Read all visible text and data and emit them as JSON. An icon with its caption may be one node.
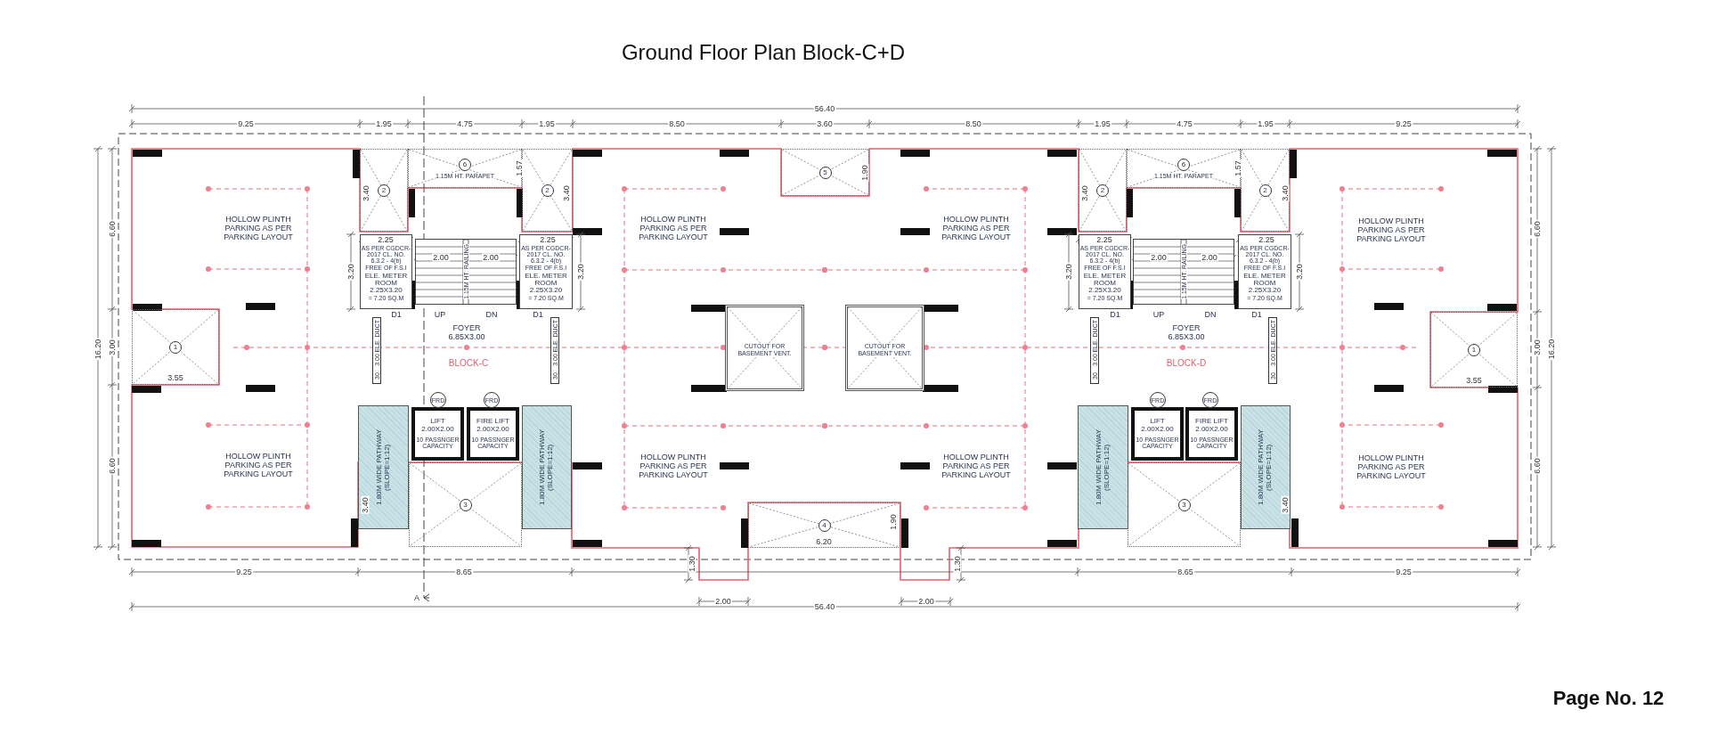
{
  "diagram": {
    "title": "Ground Floor Plan Block-C+D",
    "nodes": [
      {
        "text": [
          "HOLLOW PLINTH PARKING AS PER PARKING LAYOUT"
        ]
      },
      {
        "text": [
          "2"
        ]
      },
      {
        "text": [
          "6",
          "1.15M HT. PARAPET"
        ]
      },
      {
        "text": [
          "2"
        ]
      },
      {
        "text": [
          "HOLLOW PLINTH PARKING AS PER PARKING LAYOUT"
        ]
      },
      {
        "text": [
          "5"
        ]
      },
      {
        "text": [
          "HOLLOW PLINTH PARKING AS PER PARKING LAYOUT"
        ]
      },
      {
        "text": [
          "2"
        ]
      },
      {
        "text": [
          "6",
          "1.15M HT. PARAPET"
        ]
      },
      {
        "text": [
          "2"
        ]
      },
      {
        "text": [
          "HOLLOW PLINTH PARKING AS PER PARKING LAYOUT"
        ]
      },
      {
        "text": [
          "AS PER CGDCR-2017 CL. NO. 6.3.2 - 4(b)",
          "FREE OF F.S.I",
          "ELE. METER ROOM 2.25X3.20",
          "= 7.20 SQ.M"
        ]
      },
      {
        "text": [
          "1.15M HT. RAILING"
        ]
      },
      {
        "text": [
          "AS PER CGDCR-2017 CL. NO. 6.3.2 - 4(b)",
          "FREE OF F.S.I",
          "ELE. METER ROOM 2.25X3.20",
          "= 7.20 SQ.M"
        ]
      },
      {
        "text": [
          "AS PER CGDCR-2017 CL. NO. 6.3.2 - 4(b)",
          "FREE OF F.S.I",
          "ELE. METER ROOM 2.25X3.20",
          "= 7.20 SQ.M"
        ]
      },
      {
        "text": [
          "1.15M HT. RAILING"
        ]
      },
      {
        "text": [
          "AS PER CGDCR-2017 CL. NO. 6.3.2 - 4(b)",
          "FREE OF F.S.I",
          "ELE. METER ROOM 2.25X3.20",
          "= 7.20 SQ.M"
        ]
      },
      {
        "text": [
          "1"
        ]
      },
      {
        "text": [
          "FOYER",
          "6.85X3.00"
        ]
      },
      {
        "text": [
          "CUTOUT FOR BASEMENT VENT."
        ]
      },
      {
        "text": [
          "CUTOUT FOR BASEMENT VENT."
        ]
      },
      {
        "text": [
          "FOYER",
          "6.85X3.00"
        ]
      },
      {
        "text": [
          "1"
        ]
      },
      {
        "text": [
          "1.80M WIDE PATHWAY (SLOPE=1:12)"
        ]
      },
      {
        "text": [
          "LIFT 2.00X2.00",
          "10 PASSNGER CAPACITY"
        ]
      },
      {
        "text": [
          "FIRE LIFT 2.00X2.00",
          "10 PASSNGER CAPACITY"
        ]
      },
      {
        "text": [
          "1.80M WIDE PATHWAY (SLOPE=1:12)"
        ]
      },
      {
        "text": [
          "1.80M WIDE PATHWAY (SLOPE=1:12)"
        ]
      },
      {
        "text": [
          "LIFT 2.00X2.00",
          "10 PASSNGER CAPACITY"
        ]
      },
      {
        "text": [
          "FIRE LIFT 2.00X2.00",
          "10 PASSNGER CAPACITY"
        ]
      },
      {
        "text": [
          "1.80M WIDE PATHWAY (SLOPE=1:12)"
        ]
      },
      {
        "text": [
          "HOLLOW PLINTH PARKING AS PER PARKING LAYOUT"
        ]
      },
      {
        "text": [
          "HOLLOW PLINTH PARKING AS PER PARKING LAYOUT"
        ]
      },
      {
        "text": [
          "HOLLOW PLINTH PARKING AS PER PARKING LAYOUT"
        ]
      },
      {
        "text": [
          "HOLLOW PLINTH PARKING AS PER PARKING LAYOUT"
        ]
      },
      {
        "text": [
          "3"
        ]
      },
      {
        "text": [
          "4"
        ]
      },
      {
        "text": [
          "3"
        ]
      },
      {
        "text": [
          "ELE. DUCT"
        ]
      },
      {
        "text": [
          "ELE. DUCT"
        ]
      },
      {
        "text": [
          "ELE. DUCT"
        ]
      },
      {
        "text": [
          "ELE. DUCT"
        ]
      }
    ],
    "labels": [
      "56.40",
      "9.25",
      "1.95",
      "4.75",
      "1.95",
      "8.50",
      "3.60",
      "8.50",
      "1.95",
      "4.75",
      "1.95",
      "9.25",
      "6.60",
      "16.20",
      "3.00",
      "6.60",
      "6.60",
      "3.00",
      "16.20",
      "6.60",
      "3.40",
      "1.57",
      "3.40",
      "1.90",
      "3.40",
      "1.57",
      "3.40",
      "2.25",
      "2.25",
      "2.25",
      "2.25",
      "2.00",
      "2.00",
      "2.00",
      "2.00",
      "3.20",
      "3.20",
      "3.20",
      "3.20",
      "D1",
      "UP",
      "DN",
      "D1",
      "D1",
      "UP",
      "DN",
      "D1",
      "3.00",
      "3.00",
      "3.00",
      "3.00",
      "BLOCK-C",
      "BLOCK-D",
      "3.55",
      "30",
      "30",
      "30",
      "30",
      "3.55",
      "FRD",
      "FRD",
      "FRD",
      "FRD",
      "3.40",
      "3.40",
      "1.90",
      "6.20",
      "1.30",
      "1.30",
      "9.25",
      "8.65",
      "8.65",
      "9.25",
      "A",
      "2.00",
      "2.00",
      "56.40",
      "Page No. 12"
    ]
  }
}
